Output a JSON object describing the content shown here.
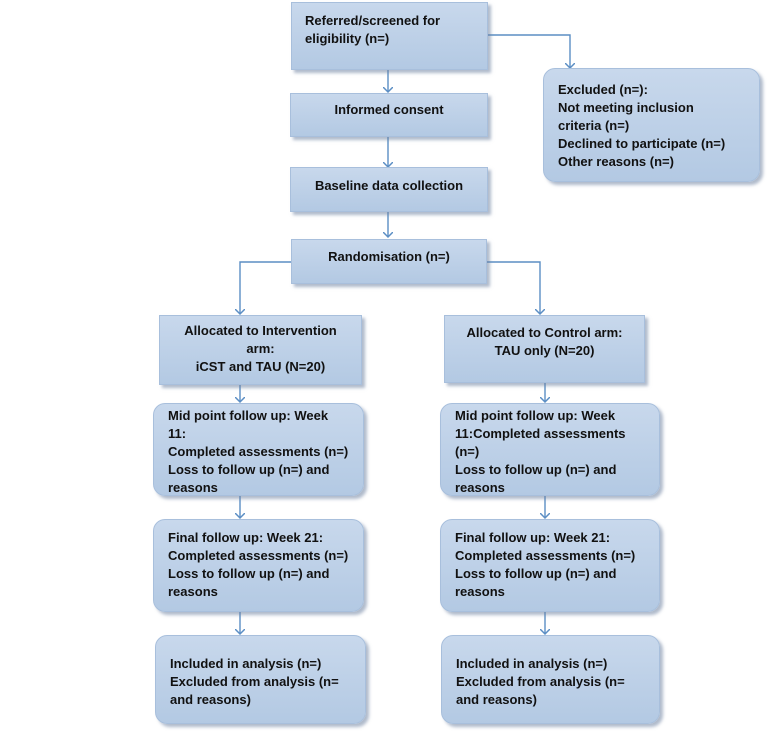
{
  "flowchart": {
    "referred": {
      "lines": [
        "Referred/screened for",
        "eligibility (n=)"
      ]
    },
    "consent": {
      "lines": [
        "Informed consent"
      ]
    },
    "baseline": {
      "lines": [
        "Baseline data collection"
      ]
    },
    "randomisation": {
      "lines": [
        "Randomisation (n=)"
      ]
    },
    "excluded": {
      "lines": [
        "Excluded (n=):",
        "Not meeting inclusion",
        "criteria (n=)",
        "Declined to participate (n=)",
        "Other reasons (n=)"
      ]
    },
    "intervention_arm": {
      "lines": [
        "Allocated to Intervention",
        "arm:",
        "iCST and TAU (N=20)"
      ]
    },
    "control_arm": {
      "lines": [
        "Allocated to Control arm:",
        "TAU only (N=20)"
      ]
    },
    "intervention_midpoint": {
      "lines": [
        "Mid point follow up: Week",
        "11:",
        "Completed assessments (n=)",
        "Loss to follow up (n=) and",
        "reasons"
      ]
    },
    "control_midpoint": {
      "lines": [
        "Mid point follow up: Week",
        "11:Completed assessments",
        "(n=)",
        "Loss to follow up (n=) and",
        "reasons"
      ]
    },
    "intervention_final": {
      "lines": [
        "Final follow up: Week 21:",
        "Completed assessments (n=)",
        "Loss to follow up (n=) and",
        "reasons"
      ]
    },
    "control_final": {
      "lines": [
        "Final follow up: Week 21:",
        "Completed assessments (n=)",
        "Loss to follow up (n=) and",
        "reasons"
      ]
    },
    "intervention_analysis": {
      "lines": [
        "Included in analysis (n=)",
        "Excluded from analysis (n=",
        "and reasons)"
      ]
    },
    "control_analysis": {
      "lines": [
        "Included in analysis (n=)",
        "Excluded from analysis (n=",
        "and reasons)"
      ]
    }
  },
  "colors": {
    "box_fill": "#bcd0e8",
    "connector": "#5b8ec4"
  }
}
